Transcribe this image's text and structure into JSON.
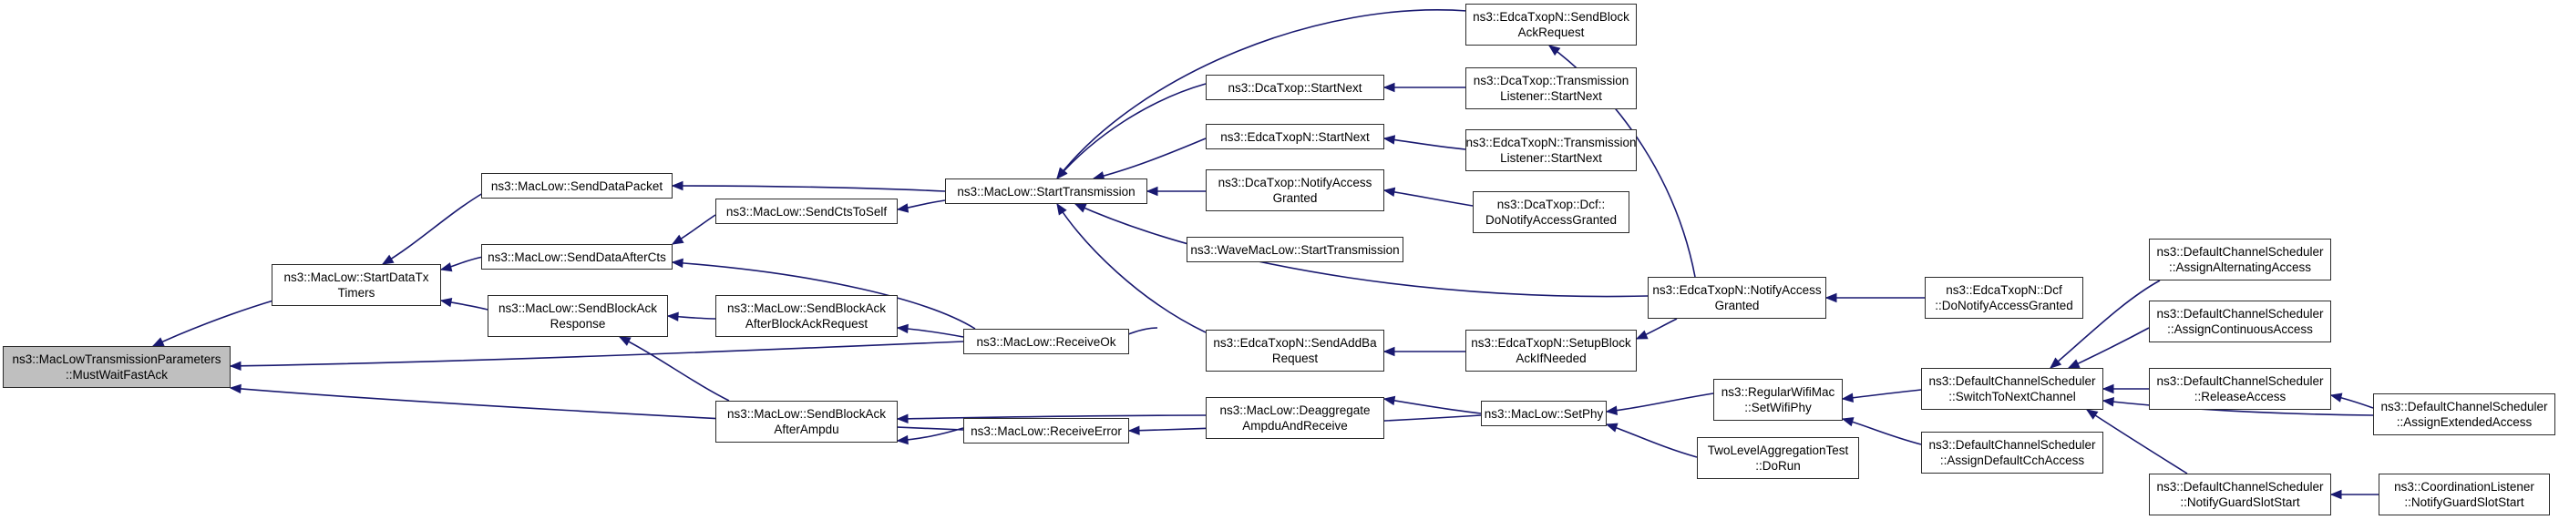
{
  "colors": {
    "edge": "#191970",
    "root_fill": "#bfbfbf",
    "node_fill": "#ffffff",
    "border": "#2b2b2b"
  },
  "nodes": {
    "mustwaitfastack": "ns3::MacLowTransmissionParameters\n::MustWaitFastAck",
    "startdatatxtimers": "ns3::MacLow::StartDataTx\nTimers",
    "receiveok": "ns3::MacLow::ReceiveOk",
    "receiveerror": "ns3::MacLow::ReceiveError",
    "senddatapacket": "ns3::MacLow::SendDataPacket",
    "senddataaftercts": "ns3::MacLow::SendDataAfterCts",
    "sendblockackresponse": "ns3::MacLow::SendBlockAck\nResponse",
    "sendctstoself": "ns3::MacLow::SendCtsToSelf",
    "sendblockackafterbar": "ns3::MacLow::SendBlockAck\nAfterBlockAckRequest",
    "sendblockackafterampdu": "ns3::MacLow::SendBlockAck\nAfterAmpdu",
    "starttransmission": "ns3::MacLow::StartTransmission",
    "deaggregate": "ns3::MacLow::Deaggregate\nAmpduAndReceive",
    "setphy": "ns3::MacLow::SetPhy",
    "edca_sendbar": "ns3::EdcaTxopN::SendBlock\nAckRequest",
    "dca_startnext": "ns3::DcaTxop::StartNext",
    "edca_startnext": "ns3::EdcaTxopN::StartNext",
    "dca_notifyaccessgranted": "ns3::DcaTxop::NotifyAccess\nGranted",
    "wave_starttransmission": "ns3::WaveMacLow::StartTransmission",
    "edca_sendaddba": "ns3::EdcaTxopN::SendAddBa\nRequest",
    "dca_tl_startnext": "ns3::DcaTxop::Transmission\nListener::StartNext",
    "edca_tl_startnext": "ns3::EdcaTxopN::Transmission\nListener::StartNext",
    "dca_dcf_donotify": "ns3::DcaTxop::Dcf::\nDoNotifyAccessGranted",
    "edca_notifyaccessgranted": "ns3::EdcaTxopN::NotifyAccess\nGranted",
    "edca_setupblockack": "ns3::EdcaTxopN::SetupBlock\nAckIfNeeded",
    "edca_dcf_donotify": "ns3::EdcaTxopN::Dcf\n::DoNotifyAccessGranted",
    "regularwifimac_setwifiphy": "ns3::RegularWifiMac\n::SetWifiPhy",
    "twolevel_dorun": "TwoLevelAggregationTest\n::DoRun",
    "dcs_switchtonext": "ns3::DefaultChannelScheduler\n::SwitchToNextChannel",
    "dcs_assigndefaultcch": "ns3::DefaultChannelScheduler\n::AssignDefaultCchAccess",
    "dcs_assignalternating": "ns3::DefaultChannelScheduler\n::AssignAlternatingAccess",
    "dcs_assigncontinuous": "ns3::DefaultChannelScheduler\n::AssignContinuousAccess",
    "dcs_releaseaccess": "ns3::DefaultChannelScheduler\n::ReleaseAccess",
    "dcs_notifyguardslotstart": "ns3::DefaultChannelScheduler\n::NotifyGuardSlotStart",
    "dcs_assignextended": "ns3::DefaultChannelScheduler\n::AssignExtendedAccess",
    "cl_notifyguardslotstart": "ns3::CoordinationListener\n::NotifyGuardSlotStart"
  }
}
